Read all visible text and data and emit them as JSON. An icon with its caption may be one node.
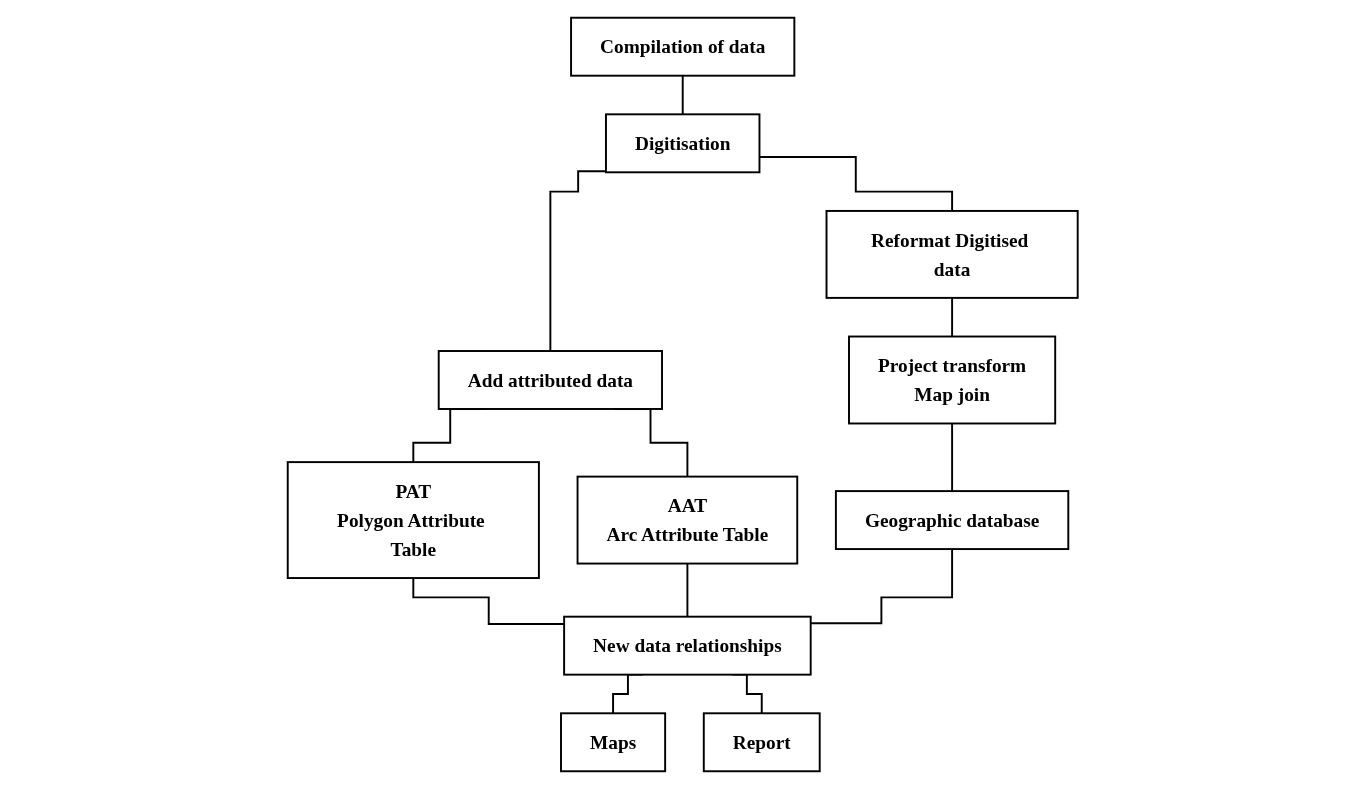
{
  "diagram": {
    "nodes": [
      {
        "text": [
          "Compilation of data"
        ]
      },
      {
        "text": [
          "Digitisation"
        ]
      },
      {
        "text": [
          "Reformat Digitised data"
        ]
      },
      {
        "text": [
          "Add attributed data"
        ]
      },
      {
        "text": [
          "Project transform",
          "Map join"
        ]
      },
      {
        "text": [
          "PAT",
          "Polygon Attribute Table"
        ]
      },
      {
        "text": [
          "AAT",
          "Arc Attribute Table"
        ]
      },
      {
        "text": [
          "Geographic database"
        ]
      },
      {
        "text": [
          "New data relationships"
        ]
      },
      {
        "text": [
          "Maps"
        ]
      },
      {
        "text": [
          "Report"
        ]
      }
    ],
    "edges": [
      {
        "from": 0,
        "to": 1,
        "arrow": "none"
      },
      {
        "from": 1,
        "to": 3,
        "arrow": "none"
      },
      {
        "from": 1,
        "to": 2,
        "arrow": "none"
      },
      {
        "from": 3,
        "to": 5,
        "arrow": "none"
      },
      {
        "from": 3,
        "to": 6,
        "arrow": "none"
      },
      {
        "from": 2,
        "to": 4,
        "arrow": "none"
      },
      {
        "from": 4,
        "to": 7,
        "arrow": "none"
      },
      {
        "from": 5,
        "to": 8,
        "arrow": "none"
      },
      {
        "from": 6,
        "to": 8,
        "arrow": "none"
      },
      {
        "from": 7,
        "to": 8,
        "arrow": "none"
      },
      {
        "from": 8,
        "to": 9,
        "arrow": "none"
      },
      {
        "from": 8,
        "to": 10,
        "arrow": "none"
      }
    ]
  }
}
